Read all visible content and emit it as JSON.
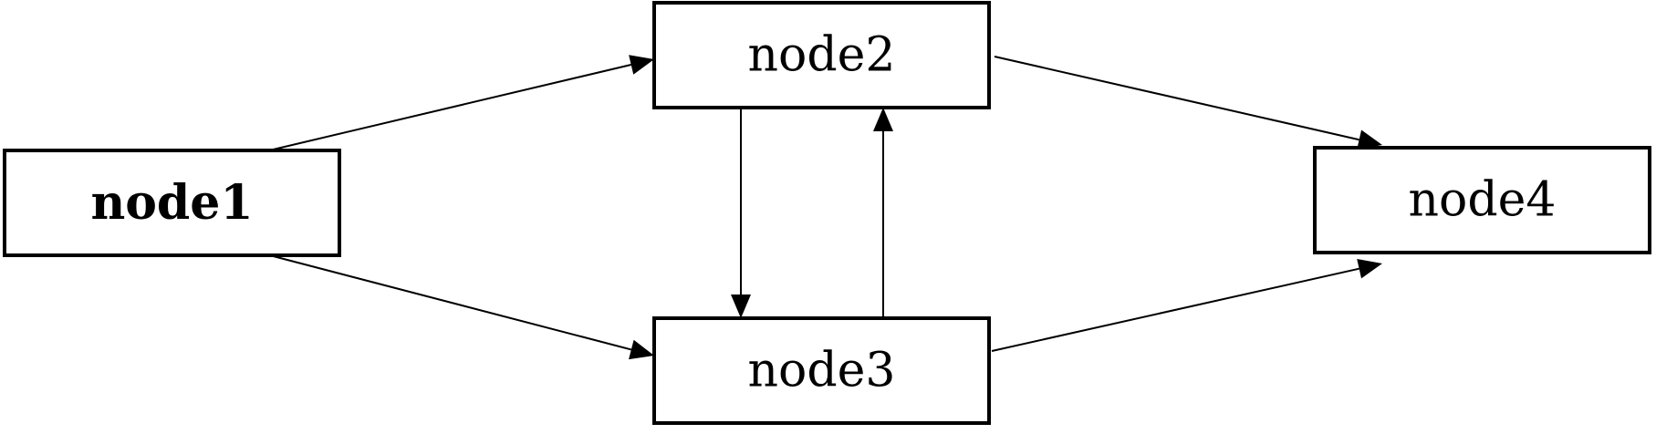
{
  "nodes": [
    {
      "id": "node1",
      "label": "node1",
      "bold": true
    },
    {
      "id": "node2",
      "label": "node2",
      "bold": false
    },
    {
      "id": "node3",
      "label": "node3",
      "bold": false
    },
    {
      "id": "node4",
      "label": "node4",
      "bold": false
    }
  ],
  "edges": [
    {
      "from": "node1",
      "to": "node2"
    },
    {
      "from": "node1",
      "to": "node3"
    },
    {
      "from": "node2",
      "to": "node3"
    },
    {
      "from": "node3",
      "to": "node2"
    },
    {
      "from": "node2",
      "to": "node4"
    },
    {
      "from": "node3",
      "to": "node4"
    }
  ]
}
